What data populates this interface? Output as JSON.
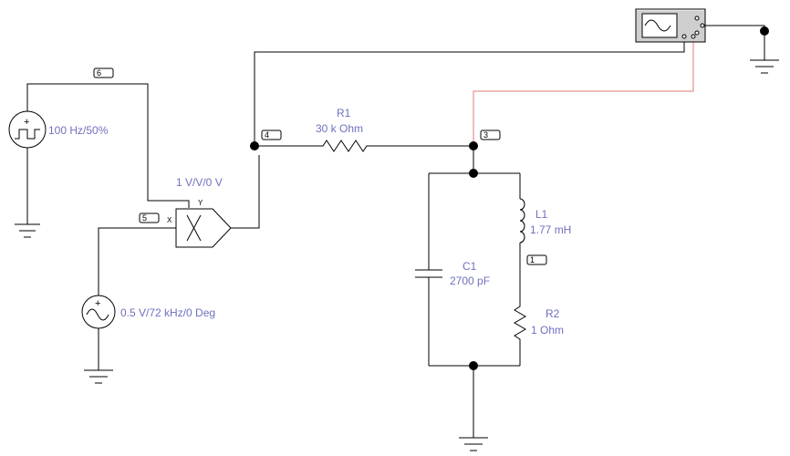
{
  "nodes": {
    "n1": "1",
    "n3": "3",
    "n4": "4",
    "n5": "5",
    "n6": "6"
  },
  "components": {
    "square_source": {
      "label": "100 Hz/50%"
    },
    "ac_source": {
      "label": "0.5 V/72 kHz/0 Deg"
    },
    "multiplier": {
      "label": "1 V/V/0 V",
      "pin_x": "X",
      "pin_y": "Y"
    },
    "r1": {
      "name": "R1",
      "value": "30 k Ohm"
    },
    "l1": {
      "name": "L1",
      "value": "1.77 mH"
    },
    "c1": {
      "name": "C1",
      "value": "2700 pF"
    },
    "r2": {
      "name": "R2",
      "value": "1  Ohm"
    }
  },
  "colors": {
    "wire": "#000000",
    "label": "#7070c0",
    "probe_wire": "#e07a7a"
  }
}
